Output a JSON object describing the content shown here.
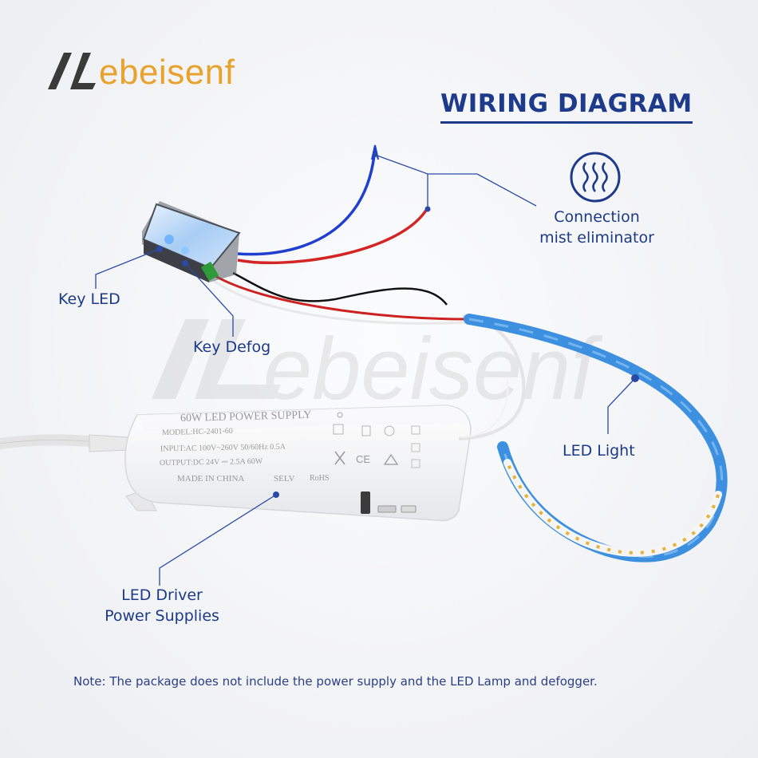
{
  "brand": {
    "name": "ebeisenf",
    "watermark": "ebeisenf"
  },
  "title": "WIRING DIAGRAM",
  "labels": {
    "connection": [
      "Connection",
      "mist eliminator"
    ],
    "key_led": "Key LED",
    "key_defog": "Key Defog",
    "led_light": "LED Light",
    "led_driver": [
      "LED Driver",
      "Power Supplies"
    ]
  },
  "power_supply": {
    "heading": "60W LED POWER SUPPLY",
    "model": "MODEL:HC-2401-60",
    "input": "INPUT:AC 100V~260V 50/60Hz 0.5A",
    "output": "OUTPUT:DC 24V ⎓ 2.5A 60W",
    "origin": "MADE IN CHINA",
    "selv": "SELV",
    "rohs": "RoHS",
    "ce": "CE"
  },
  "note": "Note: The package does not include the power supply and the LED Lamp and defogger.",
  "colors": {
    "label": "#1c3a86",
    "brand": "#e8a22e",
    "wire_blue": "#1f3fd0",
    "wire_red": "#d42525",
    "strip": "#3d8fe0"
  },
  "icons": {
    "logo": "ll-logo-icon",
    "mist": "steam-waves-icon"
  }
}
